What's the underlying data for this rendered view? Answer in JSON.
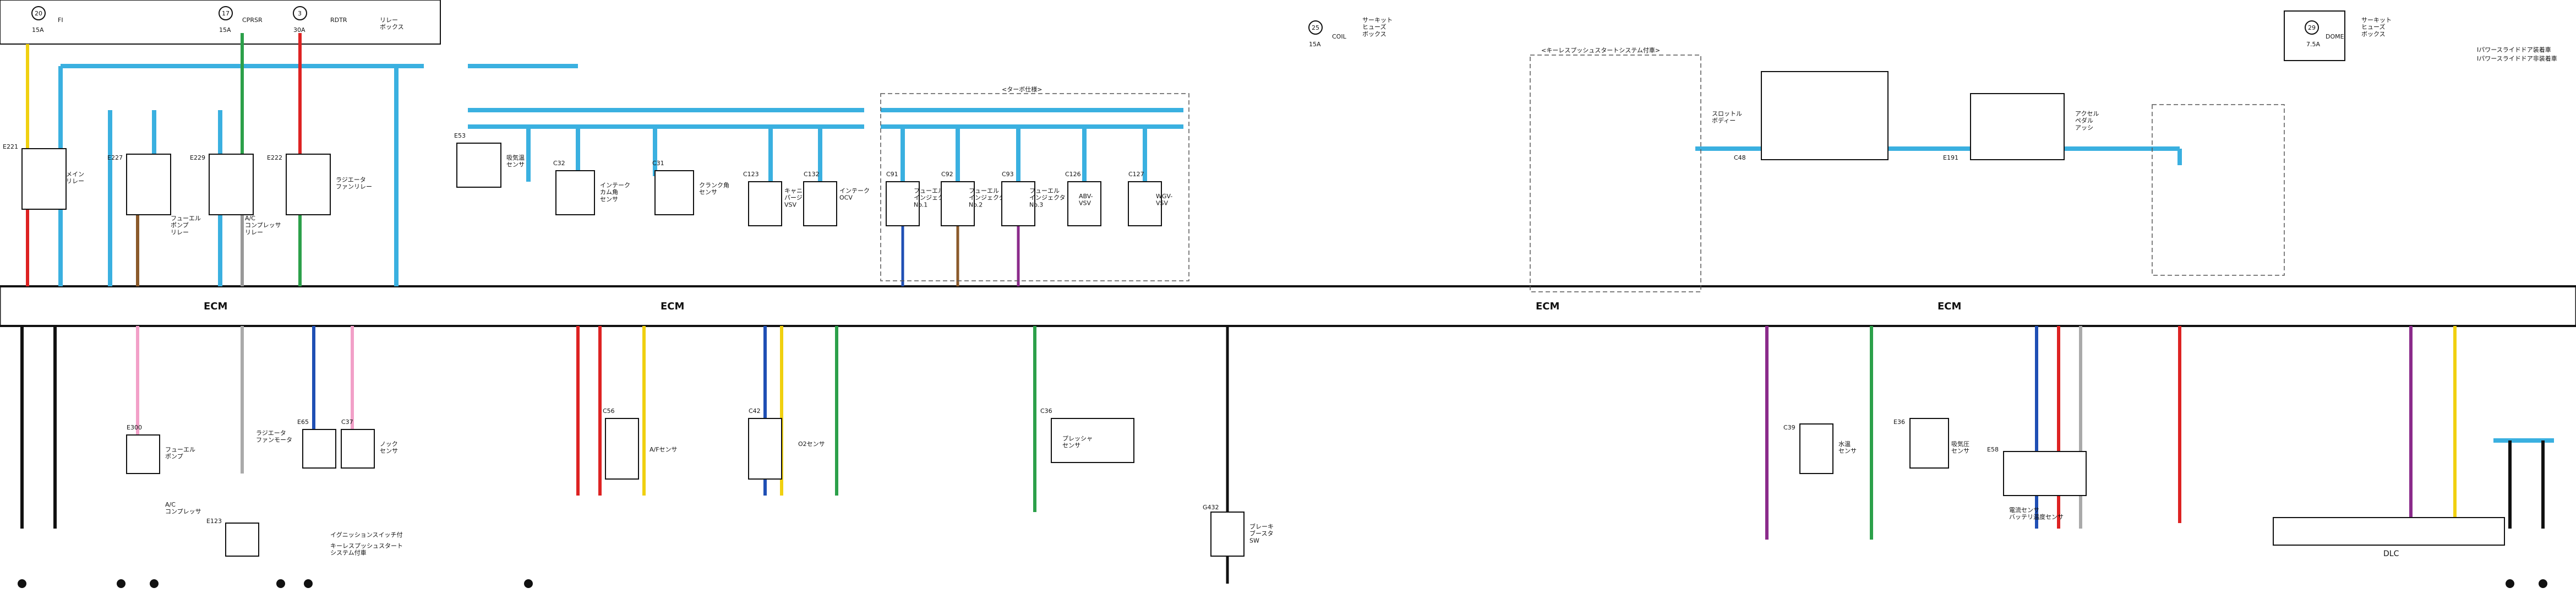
{
  "diagram": {
    "ecm_label": "ECM",
    "fuses": [
      {
        "num": "20",
        "amp": "15A",
        "name": "FI"
      },
      {
        "num": "17",
        "amp": "15A",
        "name": "CPRSR"
      },
      {
        "num": "3",
        "amp": "30A",
        "name": "RDTR"
      },
      {
        "num": "25",
        "amp": "15A",
        "name": "COIL"
      },
      {
        "num": "29",
        "amp": "7.5A",
        "name": "DOME"
      }
    ],
    "relay_box_label": "リレー\nボックス",
    "circuit_fuse_box_label": "サーキット\nヒューズ\nボックス",
    "relays": [
      {
        "id": "E221",
        "name": "メイン\nリレー"
      },
      {
        "id": "E227",
        "name": "フューエル\nポンプ\nリレー"
      },
      {
        "id": "E229",
        "name": "A/C\nコンプレッサ\nリレー"
      },
      {
        "id": "E222",
        "name": "ラジエータ\nファンリレー"
      }
    ],
    "wire_colors": [
      "W/S",
      "LT-BLU",
      "BRN",
      "PNK",
      "LT-GRN",
      "BLU",
      "RED",
      "YEL",
      "BLK",
      "WHT",
      "GRY",
      "VIO"
    ],
    "components": [
      {
        "id": "E300",
        "name": "フューエル\nポンプ"
      },
      {
        "id": "E123",
        "name": "A/C\nコンプレッサ"
      },
      {
        "id": "E65",
        "name": "ラジエータ\nファンモータ"
      },
      {
        "id": "C37",
        "name": "ノック\nセンサ"
      },
      {
        "id": "E53",
        "name": "吸気温\nセンサ"
      },
      {
        "id": "C32",
        "name": "インテーク\nカム角\nセンサ"
      },
      {
        "id": "C31",
        "name": "クランク角\nセンサ"
      },
      {
        "id": "C123",
        "name": "キャニスタ\nパージ\nVSV"
      },
      {
        "id": "C132",
        "name": "インテーク\nOCV"
      },
      {
        "id": "C91",
        "name": "フューエル\nインジェクタ\nNo.1"
      },
      {
        "id": "C92",
        "name": "フューエル\nインジェクタ\nNo.2"
      },
      {
        "id": "C93",
        "name": "フューエル\nインジェクタ\nNo.3"
      },
      {
        "id": "C126",
        "name": "ABV-\nVSV"
      },
      {
        "id": "C127",
        "name": "WGV-\nVSV"
      },
      {
        "id": "C56",
        "name": "A/Fセンサ"
      },
      {
        "id": "C42",
        "name": "O2センサ"
      },
      {
        "id": "C36",
        "name": "プレッシャ\nセンサ"
      },
      {
        "id": "G432",
        "name": "ブレーキ\nブースタ\nSW"
      },
      {
        "id": "C39",
        "name": "水温\nセンサ"
      },
      {
        "id": "E36",
        "name": "吸気圧\nセンサ"
      },
      {
        "id": "E58",
        "name": "電流センサ\nバッテリ温度センサ"
      },
      {
        "id": "C48",
        "name": "スロットル\nボディー"
      },
      {
        "id": "E191",
        "name": "アクセル\nペダル\nアッシ"
      }
    ],
    "notes": [
      "イグニッションスイッチ付",
      "キーレスプッシュスタート\nシステム付車"
    ],
    "bottom_label": "DLC",
    "turbo_label": "<ターボ仕様>",
    "keyless_label": "<キーレスプッシュスタートシステム付車>",
    "legend": [
      "Iパワースライドドア装着車",
      "Iパワースライドドア非装着車"
    ]
  }
}
